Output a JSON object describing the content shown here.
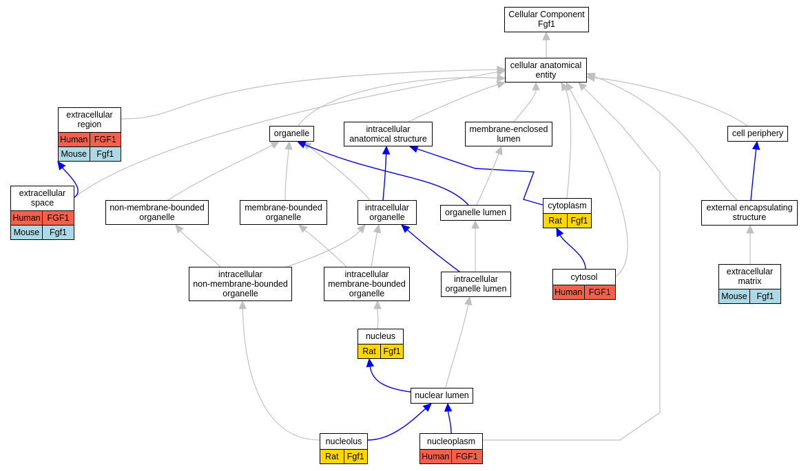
{
  "colors": {
    "grey_edge": "#c0c0c0",
    "blue_edge": "#0000ff",
    "human": "#f4604a",
    "mouse": "#add8e6",
    "rat": "#ffd700"
  },
  "nodes": [
    {
      "id": "root",
      "label": "Cellular Component\nFgf1",
      "annotations": []
    },
    {
      "id": "cae",
      "label": "cellular anatomical\nentity",
      "annotations": []
    },
    {
      "id": "extracellular-region",
      "label": "extracellular\nregion",
      "annotations": [
        {
          "species": "Human",
          "gene": "FGF1",
          "color": "human"
        },
        {
          "species": "Mouse",
          "gene": "Fgf1",
          "color": "mouse"
        }
      ]
    },
    {
      "id": "organelle",
      "label": "organelle",
      "annotations": []
    },
    {
      "id": "ias",
      "label": "intracellular\nanatomical structure",
      "annotations": []
    },
    {
      "id": "mel",
      "label": "membrane-enclosed\nlumen",
      "annotations": []
    },
    {
      "id": "cell-periphery",
      "label": "cell periphery",
      "annotations": []
    },
    {
      "id": "extracellular-space",
      "label": "extracellular\nspace",
      "annotations": [
        {
          "species": "Human",
          "gene": "FGF1",
          "color": "human"
        },
        {
          "species": "Mouse",
          "gene": "Fgf1",
          "color": "mouse"
        }
      ]
    },
    {
      "id": "nmbo",
      "label": "non-membrane-bounded\norganelle",
      "annotations": []
    },
    {
      "id": "mbo",
      "label": "membrane-bounded\norganelle",
      "annotations": []
    },
    {
      "id": "io",
      "label": "intracellular\norganelle",
      "annotations": []
    },
    {
      "id": "ol",
      "label": "organelle lumen",
      "annotations": []
    },
    {
      "id": "cytoplasm",
      "label": "cytoplasm",
      "annotations": [
        {
          "species": "Rat",
          "gene": "Fgf1",
          "color": "rat"
        }
      ]
    },
    {
      "id": "ees",
      "label": "external encapsulating\nstructure",
      "annotations": []
    },
    {
      "id": "inmbo",
      "label": "intracellular\nnon-membrane-bounded\norganelle",
      "annotations": []
    },
    {
      "id": "imbo",
      "label": "intracellular\nmembrane-bounded\norganelle",
      "annotations": []
    },
    {
      "id": "iol",
      "label": "intracellular\norganelle lumen",
      "annotations": []
    },
    {
      "id": "cytosol",
      "label": "cytosol",
      "annotations": [
        {
          "species": "Human",
          "gene": "FGF1",
          "color": "human"
        }
      ]
    },
    {
      "id": "ecm",
      "label": "extracellular\nmatrix",
      "annotations": [
        {
          "species": "Mouse",
          "gene": "Fgf1",
          "color": "mouse"
        }
      ]
    },
    {
      "id": "nucleus",
      "label": "nucleus",
      "annotations": [
        {
          "species": "Rat",
          "gene": "Fgf1",
          "color": "rat"
        }
      ]
    },
    {
      "id": "nuclear-lumen",
      "label": "nuclear lumen",
      "annotations": []
    },
    {
      "id": "nucleolus",
      "label": "nucleolus",
      "annotations": [
        {
          "species": "Rat",
          "gene": "Fgf1",
          "color": "rat"
        }
      ]
    },
    {
      "id": "nucleoplasm",
      "label": "nucleoplasm",
      "annotations": [
        {
          "species": "Human",
          "gene": "FGF1",
          "color": "human"
        }
      ]
    }
  ],
  "edges": [
    {
      "from": "cae",
      "to": "root",
      "kind": "grey"
    },
    {
      "from": "extracellular-region",
      "to": "cae",
      "kind": "grey"
    },
    {
      "from": "extracellular-space",
      "to": "cae",
      "kind": "grey"
    },
    {
      "from": "organelle",
      "to": "cae",
      "kind": "grey"
    },
    {
      "from": "ias",
      "to": "cae",
      "kind": "grey"
    },
    {
      "from": "mel",
      "to": "cae",
      "kind": "grey"
    },
    {
      "from": "cytoplasm",
      "to": "cae",
      "kind": "grey"
    },
    {
      "from": "cytosol",
      "to": "cae",
      "kind": "grey"
    },
    {
      "from": "nucleoplasm",
      "to": "cae",
      "kind": "grey"
    },
    {
      "from": "cell-periphery",
      "to": "cae",
      "kind": "grey"
    },
    {
      "from": "ees",
      "to": "cae",
      "kind": "grey"
    },
    {
      "from": "extracellular-space",
      "to": "extracellular-region",
      "kind": "blue"
    },
    {
      "from": "nmbo",
      "to": "organelle",
      "kind": "grey"
    },
    {
      "from": "mbo",
      "to": "organelle",
      "kind": "grey"
    },
    {
      "from": "io",
      "to": "organelle",
      "kind": "grey"
    },
    {
      "from": "ol",
      "to": "organelle",
      "kind": "blue"
    },
    {
      "from": "io",
      "to": "ias",
      "kind": "blue"
    },
    {
      "from": "cytoplasm",
      "to": "ias",
      "kind": "blue"
    },
    {
      "from": "ol",
      "to": "mel",
      "kind": "grey"
    },
    {
      "from": "ees",
      "to": "cell-periphery",
      "kind": "blue"
    },
    {
      "from": "inmbo",
      "to": "nmbo",
      "kind": "grey"
    },
    {
      "from": "inmbo",
      "to": "io",
      "kind": "grey"
    },
    {
      "from": "imbo",
      "to": "mbo",
      "kind": "grey"
    },
    {
      "from": "imbo",
      "to": "io",
      "kind": "grey"
    },
    {
      "from": "iol",
      "to": "io",
      "kind": "blue"
    },
    {
      "from": "iol",
      "to": "ol",
      "kind": "grey"
    },
    {
      "from": "cytosol",
      "to": "cytoplasm",
      "kind": "blue"
    },
    {
      "from": "ecm",
      "to": "ees",
      "kind": "grey"
    },
    {
      "from": "nucleus",
      "to": "imbo",
      "kind": "grey"
    },
    {
      "from": "nuclear-lumen",
      "to": "nucleus",
      "kind": "blue"
    },
    {
      "from": "nuclear-lumen",
      "to": "iol",
      "kind": "grey"
    },
    {
      "from": "nucleolus",
      "to": "nuclear-lumen",
      "kind": "blue"
    },
    {
      "from": "nucleolus",
      "to": "inmbo",
      "kind": "grey"
    },
    {
      "from": "nucleoplasm",
      "to": "nuclear-lumen",
      "kind": "blue"
    }
  ]
}
